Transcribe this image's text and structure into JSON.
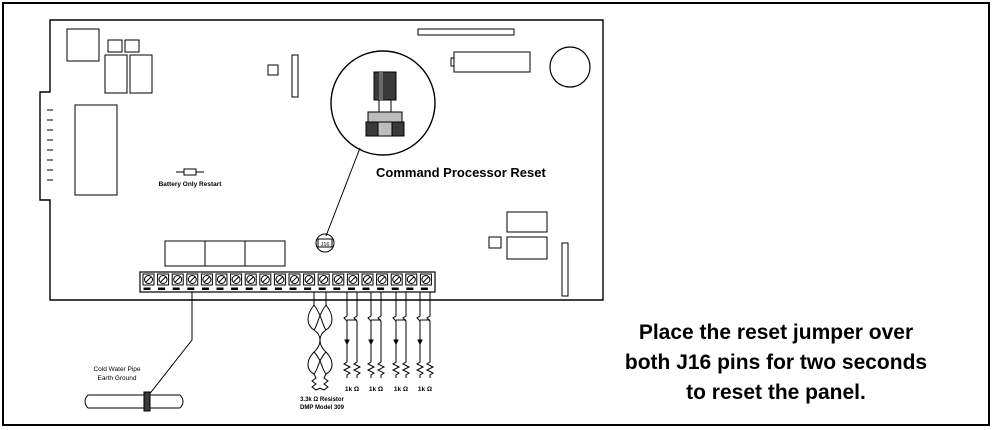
{
  "labels": {
    "command_processor_reset": "Command Processor Reset",
    "battery_only_restart": "Battery Only Restart",
    "j16": "J16",
    "cold_water_pipe": "Cold Water Pipe",
    "earth_ground": "Earth Ground",
    "resistor_value": "3.3k Ω Resistor",
    "resistor_model": "DMP Model 309",
    "eol_resistors": [
      "1k Ω",
      "1k Ω",
      "1k Ω",
      "1k Ω"
    ]
  },
  "instructions": [
    "Place the reset jumper over",
    "both J16 pins for two seconds",
    "to reset the panel."
  ],
  "colors": {
    "line": "#000000",
    "jumper_dark": "#3a3a3a",
    "jumper_light": "#bdbdbd"
  }
}
